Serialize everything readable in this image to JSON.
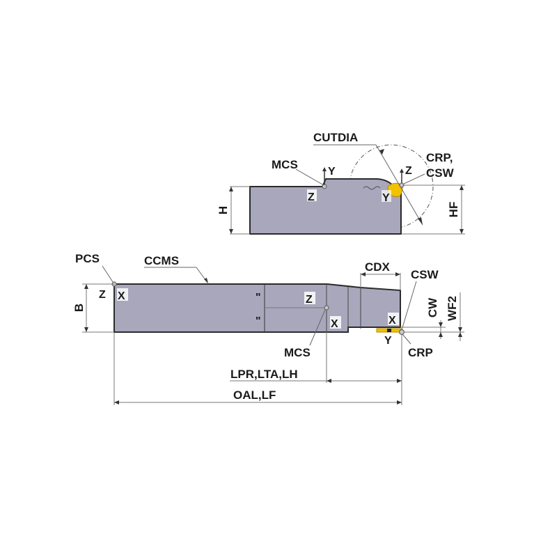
{
  "diagram": {
    "top_view": {
      "labels": {
        "cutdia": "CUTDIA",
        "mcs": "MCS",
        "crp_csw_line1": "CRP,",
        "crp_csw_line2": "CSW",
        "h": "H",
        "hf": "HF"
      },
      "axes": {
        "mcs_y": "Y",
        "mcs_z": "Z",
        "crp_z": "Z",
        "crp_y": "Y"
      }
    },
    "side_view": {
      "labels": {
        "pcs": "PCS",
        "ccms": "CCMS",
        "b": "B",
        "cdx": "CDX",
        "csw": "CSW",
        "cw": "CW",
        "wf2": "WF2",
        "mcs": "MCS",
        "crp": "CRP",
        "lpr_lta_lh": "LPR,LTA,LH",
        "oal_lf": "OAL,LF"
      },
      "axes": {
        "pcs_z": "Z",
        "pcs_x": "X",
        "mcs_z": "Z",
        "mcs_x": "X",
        "crp_x": "X",
        "crp_y": "Y"
      },
      "half_marks": [
        "\"",
        "\""
      ]
    },
    "colors": {
      "body": "#a9a7bc",
      "insert": "#f2c200",
      "outline": "#2a2a2a"
    }
  }
}
